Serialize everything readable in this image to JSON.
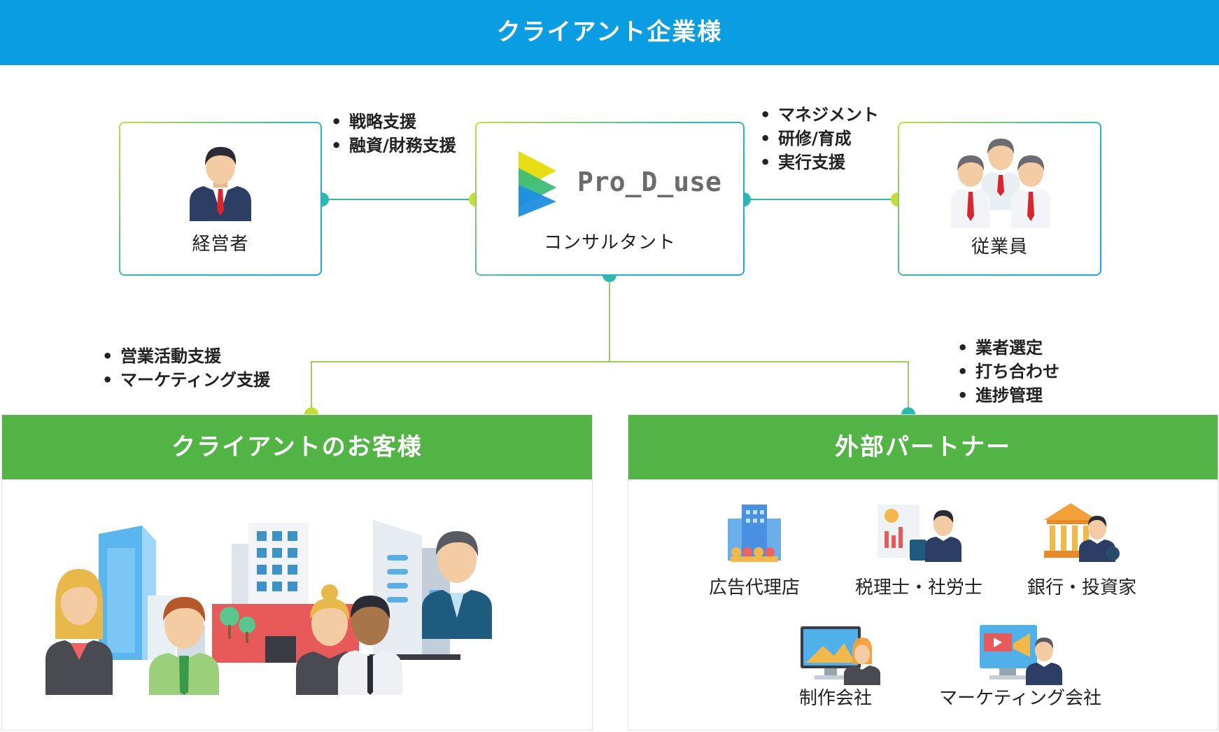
{
  "header": {
    "title": "クライアント企業様"
  },
  "nodes": {
    "executive": {
      "label": "経営者"
    },
    "consultant": {
      "label": "コンサルタント",
      "logo_text": "Pro_D_use"
    },
    "employees": {
      "label": "従業員"
    }
  },
  "support": {
    "executive": [
      "戦略支援",
      "融資/財務支援"
    ],
    "employees": [
      "マネジメント",
      "研修/育成",
      "実行支援"
    ],
    "customers": [
      "営業活動支援",
      "マーケティング支援"
    ],
    "partners": [
      "業者選定",
      "打ち合わせ",
      "進捗管理"
    ]
  },
  "panels": {
    "customers": {
      "title": "クライアントのお客様"
    },
    "partners": {
      "title": "外部パートナー",
      "items": [
        "広告代理店",
        "税理士・社労士",
        "銀行・投資家",
        "制作会社",
        "マーケティング会社"
      ]
    }
  },
  "colors": {
    "header_blue": "#0a9de2",
    "panel_green": "#51b444",
    "connector_lime": "#c6dc3a",
    "connector_teal": "#2db9b0"
  }
}
